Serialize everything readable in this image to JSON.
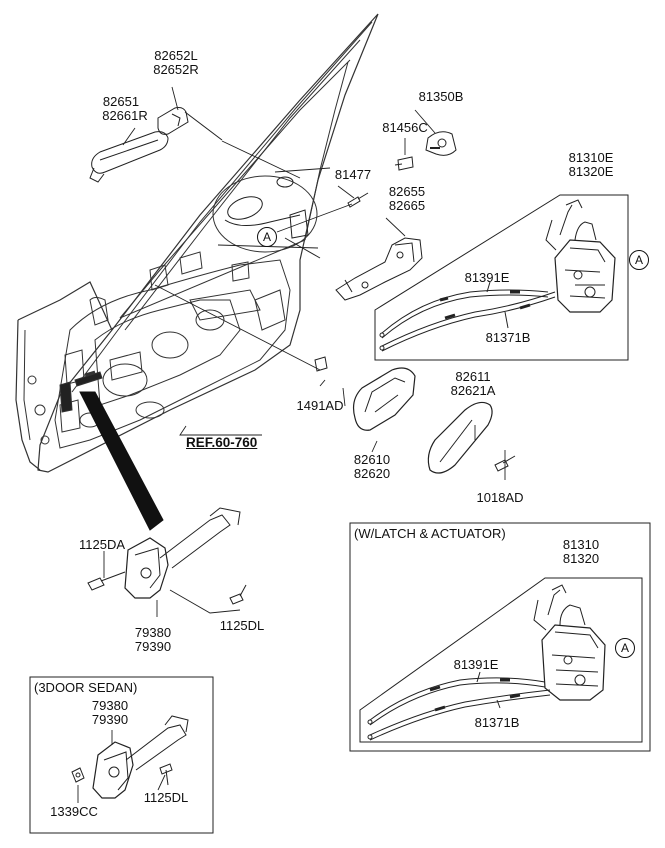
{
  "labels": {
    "p82652": [
      "82652L",
      "82652R"
    ],
    "p82651": [
      "82651",
      "82661R"
    ],
    "p81350B": "81350B",
    "p81456C": "81456C",
    "p81477": "81477",
    "p82655": [
      "82655",
      "82665"
    ],
    "p81310E": [
      "81310E",
      "81320E"
    ],
    "p81391E_top": "81391E",
    "p81371B_top": "81371B",
    "p1491AD": "1491AD",
    "p82611": [
      "82611",
      "82621A"
    ],
    "p82610": [
      "82610",
      "82620"
    ],
    "p1018AD": "1018AD",
    "ref": "REF.60-760",
    "p1125DA": "1125DA",
    "p79380_main": [
      "79380",
      "79390"
    ],
    "p1125DL_main": "1125DL",
    "p81310": [
      "81310",
      "81320"
    ],
    "p81391E_bot": "81391E",
    "p81371B_bot": "81371B",
    "p79380_box": [
      "79380",
      "79390"
    ],
    "p1339CC": "1339CC",
    "p1125DL_box": "1125DL",
    "callout_a": "A"
  },
  "boxes": {
    "latch_actuator_title": "(W/LATCH & ACTUATOR)",
    "sedan_title": "(3DOOR SEDAN)"
  }
}
